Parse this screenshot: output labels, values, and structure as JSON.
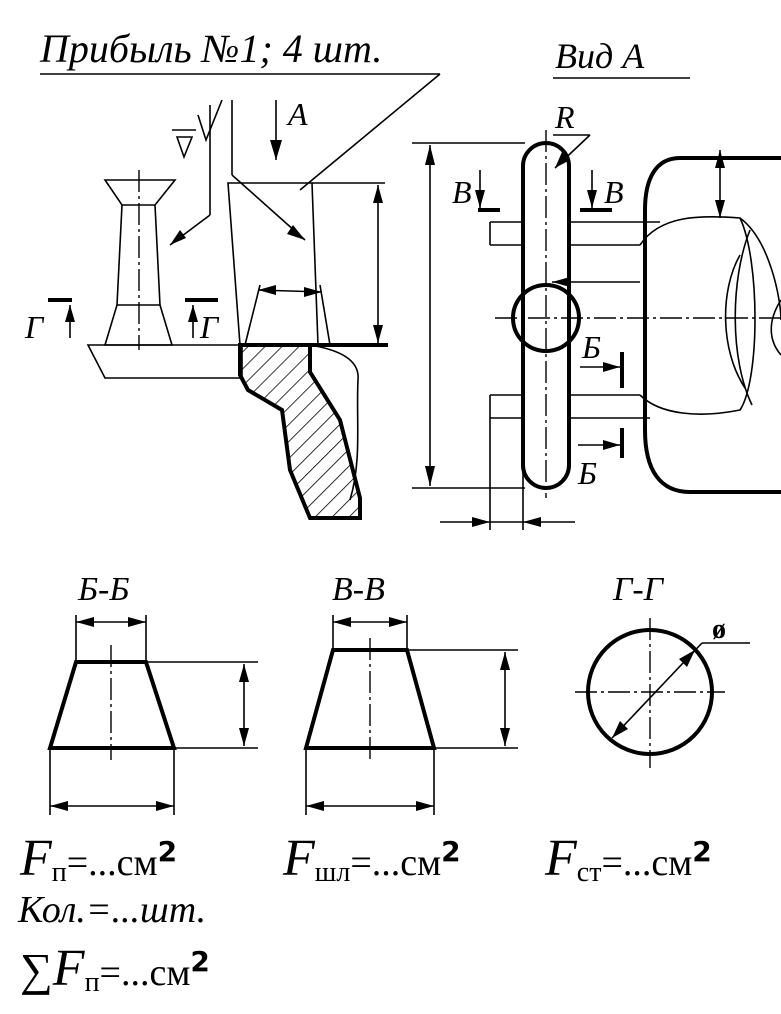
{
  "title": "Прибыль №1; 4 шт.",
  "view_label": "Вид  А",
  "labels": {
    "A": "А",
    "R": "R",
    "B1": "В",
    "B2": "В",
    "Bsec1": "Б",
    "Bsec2": "Б",
    "G1": "Г",
    "G2": "Г",
    "diam": "ø"
  },
  "sections": [
    {
      "title": "Б-Б",
      "formula_main": "F",
      "formula_sub": "п",
      "formula_tail": "=...см",
      "formula_sup": "2"
    },
    {
      "title": "В-В",
      "formula_main": "F",
      "formula_sub": "шл",
      "formula_tail": "=...см",
      "formula_sup": "2"
    },
    {
      "title": "Г-Г",
      "formula_main": "F",
      "formula_sub": "ст",
      "formula_tail": "=...см",
      "formula_sup": "2"
    }
  ],
  "count_line": "Кол.=...шт.",
  "sum_line": {
    "symbol": "∑",
    "main": "F",
    "sub": "п",
    "tail": "=...см",
    "sup": "2"
  }
}
